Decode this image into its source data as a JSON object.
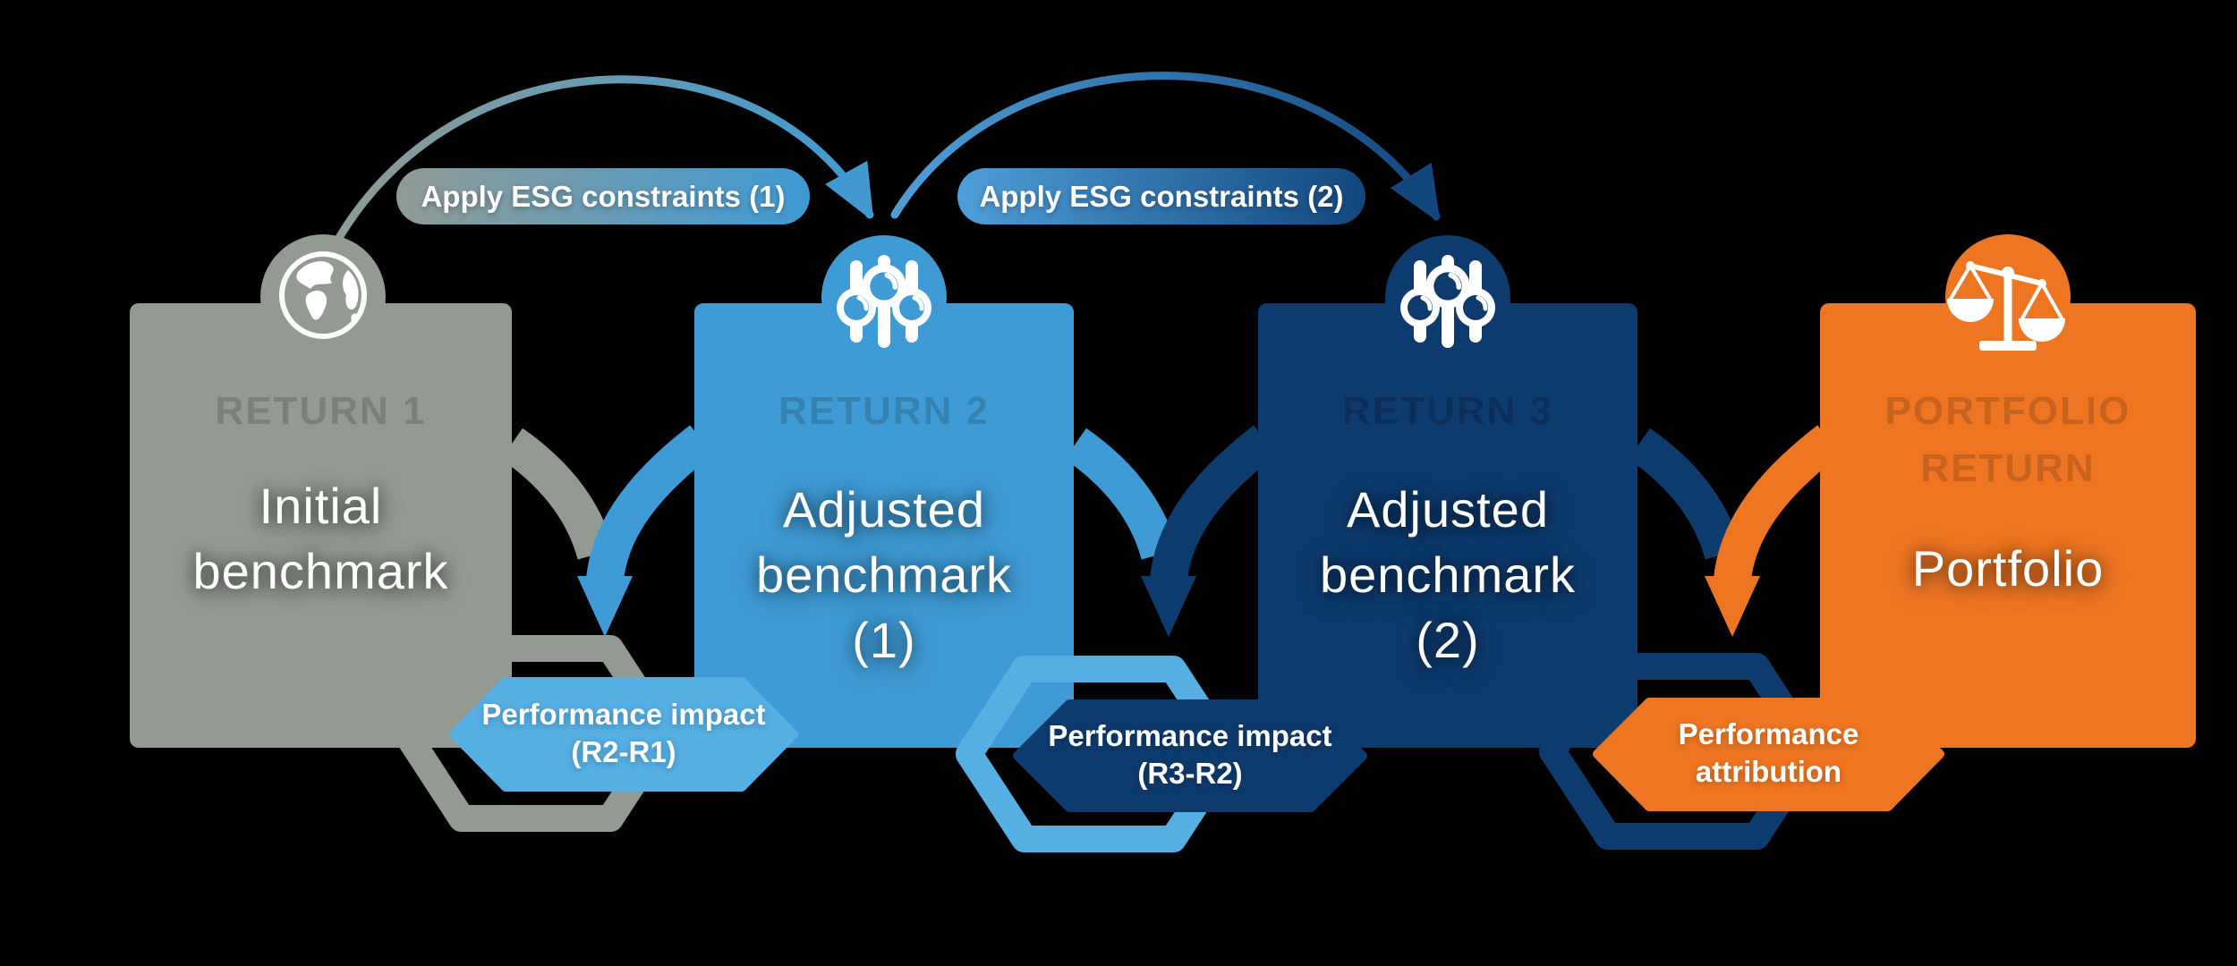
{
  "background": "#000000",
  "palette": {
    "background": "#000000",
    "gray": "#939A92",
    "blue": "#3F9BD5",
    "light_blue": "#55AFE3",
    "navy": "#0E3B6E",
    "navy_deep": "#12477E",
    "orange": "#EE7623",
    "arc_blue": "#4299D2",
    "pill1_start": "#909B95",
    "pill1_end": "#3E9AD4",
    "pill2_start": "#4F9ED8",
    "pill2_end": "#12477E",
    "white": "#FFFFFF"
  },
  "arc_labels": [
    {
      "label": "Apply ESG constraints (1)"
    },
    {
      "label": "Apply ESG constraints (2)"
    }
  ],
  "boxes": [
    {
      "watermark_lines": [
        "RETURN 1"
      ],
      "label_lines": [
        "Initial",
        "benchmark"
      ],
      "icon": "globe-icon",
      "color": "#939A92"
    },
    {
      "watermark_lines": [
        "RETURN 2"
      ],
      "label_lines": [
        "Adjusted",
        "benchmark",
        "(1)"
      ],
      "icon": "sliders-icon",
      "color": "#3F9BD5"
    },
    {
      "watermark_lines": [
        "RETURN 3"
      ],
      "label_lines": [
        "Adjusted",
        "benchmark",
        "(2)"
      ],
      "icon": "sliders-icon",
      "color": "#0E3B6E"
    },
    {
      "watermark_lines": [
        "PORTFOLIO",
        "RETURN"
      ],
      "label_lines": [
        "Portfolio"
      ],
      "icon": "scales-icon",
      "color": "#EE7623"
    }
  ],
  "badges": [
    {
      "lines": [
        "Performance impact",
        "(R2-R1)"
      ],
      "color": "#55AFE3"
    },
    {
      "lines": [
        "Performance impact",
        "(R3-R2)"
      ],
      "color": "#0E3B6E"
    },
    {
      "lines": [
        "Performance",
        "attribution"
      ],
      "color": "#EE7623"
    }
  ]
}
